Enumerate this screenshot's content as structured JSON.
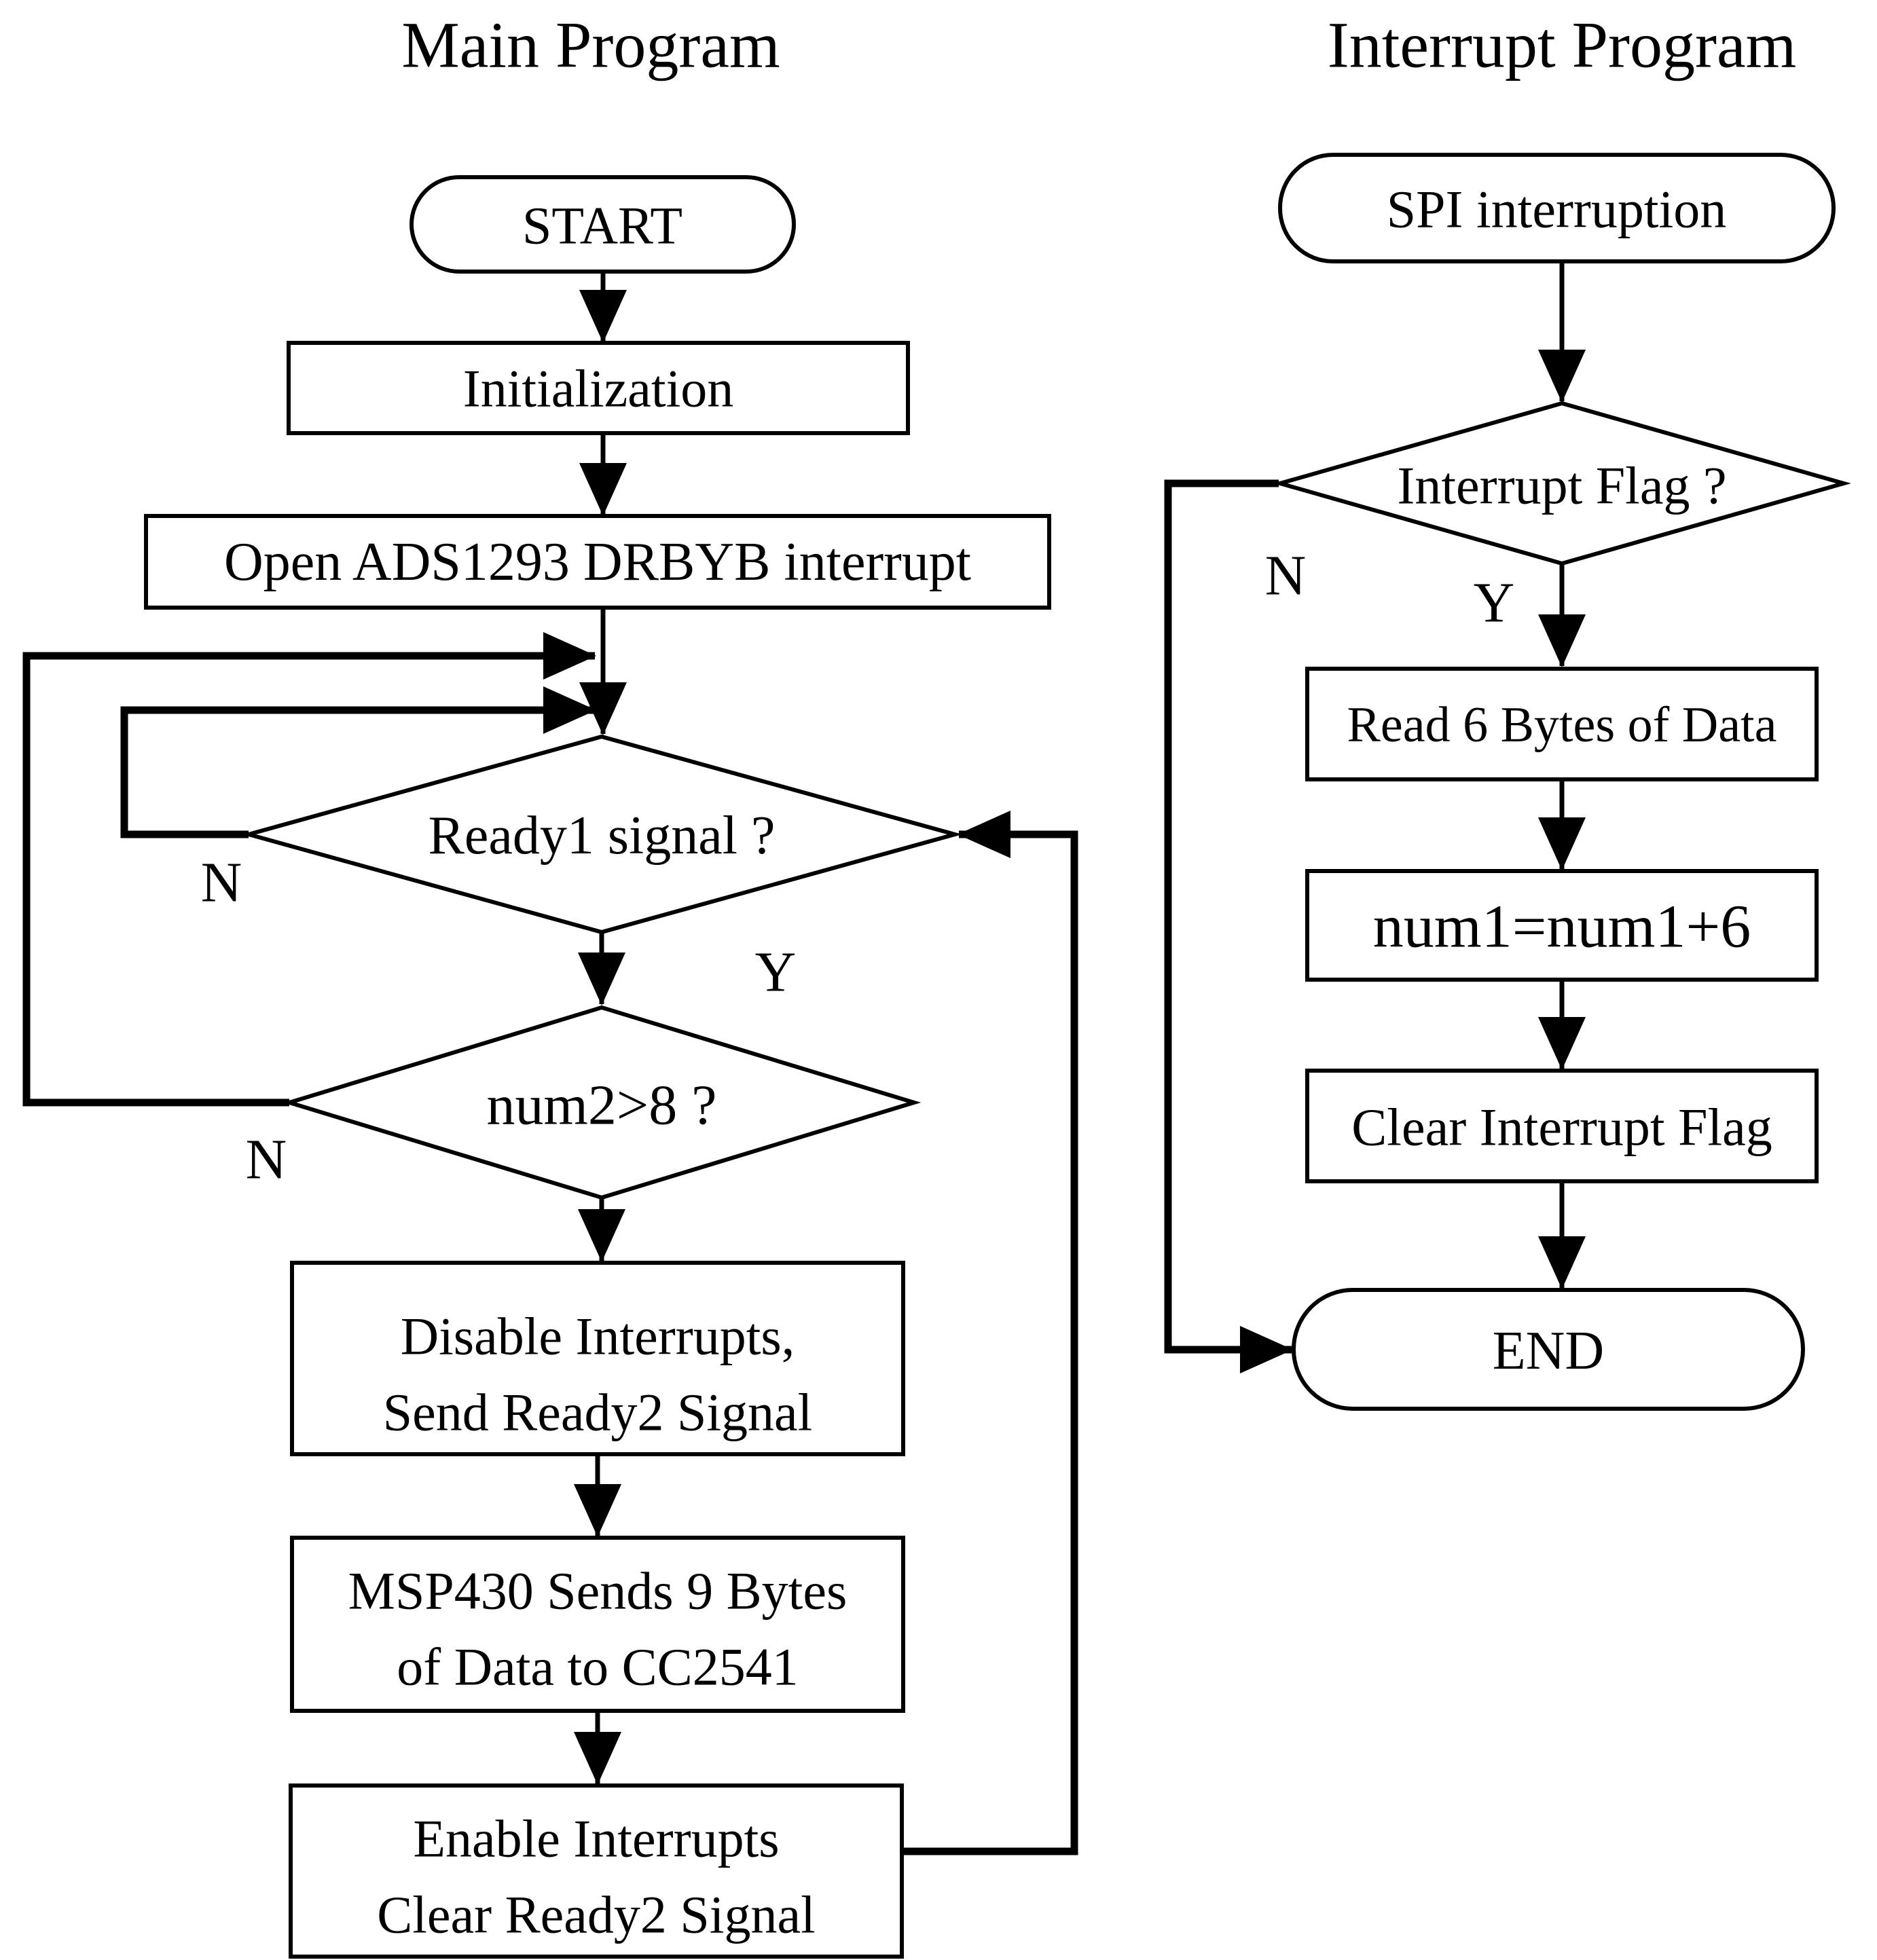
{
  "main_program": {
    "title": "Main Program",
    "nodes": {
      "start": {
        "type": "terminator",
        "label": "START"
      },
      "initialization": {
        "type": "process",
        "label": "Initialization"
      },
      "open_interrupt": {
        "type": "process",
        "label": "Open ADS1293 DRBYB interrupt"
      },
      "ready1": {
        "type": "decision",
        "label": "Ready1 signal ?"
      },
      "num2": {
        "type": "decision",
        "label": "num2>8 ?"
      },
      "disable": {
        "type": "process",
        "line1": "Disable Interrupts,",
        "line2": "Send Ready2 Signal"
      },
      "msp430": {
        "type": "process",
        "line1": "MSP430 Sends 9 Bytes",
        "line2": "of Data to CC2541"
      },
      "enable": {
        "type": "process",
        "line1": "Enable Interrupts",
        "line2": "Clear Ready2 Signal"
      }
    },
    "branch_labels": {
      "ready1_no": "N",
      "ready1_yes": "Y",
      "num2_no": "N"
    },
    "edges": [
      {
        "from": "start",
        "to": "initialization",
        "label": ""
      },
      {
        "from": "initialization",
        "to": "open_interrupt",
        "label": ""
      },
      {
        "from": "open_interrupt",
        "to": "ready1",
        "label": ""
      },
      {
        "from": "ready1",
        "to": "ready1",
        "label": "N"
      },
      {
        "from": "ready1",
        "to": "num2",
        "label": "Y"
      },
      {
        "from": "num2",
        "to": "ready1",
        "label": "N"
      },
      {
        "from": "num2",
        "to": "disable",
        "label": ""
      },
      {
        "from": "disable",
        "to": "msp430",
        "label": ""
      },
      {
        "from": "msp430",
        "to": "enable",
        "label": ""
      },
      {
        "from": "enable",
        "to": "ready1",
        "label": ""
      }
    ]
  },
  "interrupt_program": {
    "title": "Interrupt Program",
    "nodes": {
      "spi": {
        "type": "terminator",
        "label": "SPI interruption"
      },
      "interrupt_flag": {
        "type": "decision",
        "label": "Interrupt Flag ?"
      },
      "read_data": {
        "type": "process",
        "label": "Read 6 Bytes of Data"
      },
      "num1": {
        "type": "process",
        "label": "num1=num1+6"
      },
      "clear_flag": {
        "type": "process",
        "label": "Clear Interrupt Flag"
      },
      "end": {
        "type": "terminator",
        "label": "END"
      }
    },
    "branch_labels": {
      "flag_no": "N",
      "flag_yes": "Y"
    },
    "edges": [
      {
        "from": "spi",
        "to": "interrupt_flag",
        "label": ""
      },
      {
        "from": "interrupt_flag",
        "to": "read_data",
        "label": "Y"
      },
      {
        "from": "interrupt_flag",
        "to": "end",
        "label": "N"
      },
      {
        "from": "read_data",
        "to": "num1",
        "label": ""
      },
      {
        "from": "num1",
        "to": "clear_flag",
        "label": ""
      },
      {
        "from": "clear_flag",
        "to": "end",
        "label": ""
      }
    ]
  },
  "colors": {
    "line": "#000000",
    "fill": "#ffffff",
    "text": "#000000",
    "background": "#ffffff"
  }
}
